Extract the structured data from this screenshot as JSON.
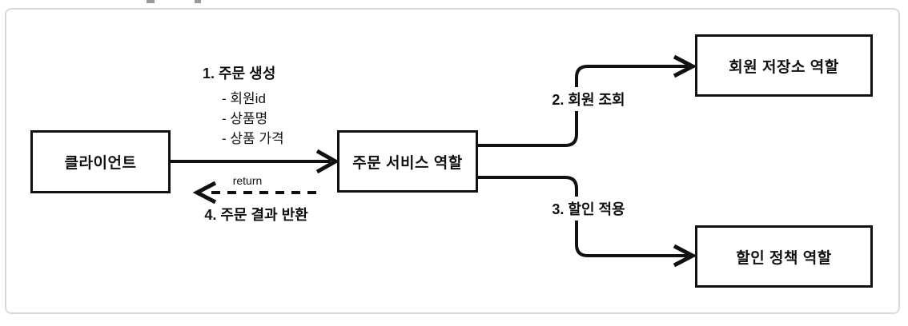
{
  "diagram": {
    "title": "order-service-roles-diagram",
    "colors": {
      "line": "#111111",
      "frame_border": "#d9d9d9",
      "background": "#ffffff",
      "text": "#111111"
    }
  },
  "nodes": {
    "client": {
      "label": "클라이언트"
    },
    "order_service": {
      "label": "주문 서비스 역할"
    },
    "member_repository": {
      "label": "회원 저장소 역할"
    },
    "discount_policy": {
      "label": "할인 정책 역할"
    }
  },
  "edges": {
    "create_order": {
      "label": "1. 주문 생성",
      "param1": "- 회원id",
      "param2": "- 상품명",
      "param3": "- 상품 가격"
    },
    "member_lookup": {
      "label": "2. 회원 조회"
    },
    "discount_apply": {
      "label": "3. 할인 적용"
    },
    "order_return": {
      "return_label": "return",
      "label": "4. 주문 결과 반환"
    }
  }
}
